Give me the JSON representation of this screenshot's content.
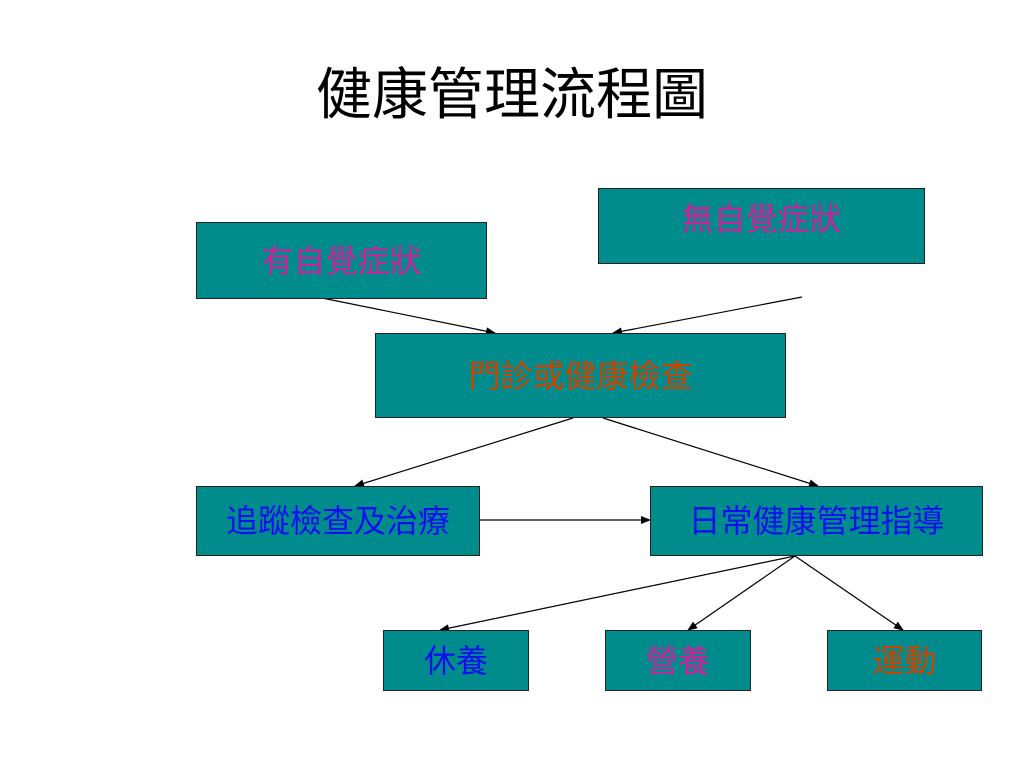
{
  "title": "健康管理流程圖",
  "nodes": {
    "symptomatic": {
      "label": "有自覺症狀",
      "color": "#cc2299"
    },
    "asymptomatic": {
      "label": "無自覺症狀",
      "color": "#cc2299"
    },
    "clinic": {
      "label": "門診或健康檢查",
      "color": "#cc4400"
    },
    "followup": {
      "label": "追蹤檢查及治療",
      "color": "#1010ee"
    },
    "guidance": {
      "label": "日常健康管理指導",
      "color": "#1010ee"
    },
    "rest": {
      "label": "休養",
      "color": "#1010ee"
    },
    "nutrition": {
      "label": "營養",
      "color": "#cc2299"
    },
    "exercise": {
      "label": "運動",
      "color": "#cc4400"
    }
  }
}
